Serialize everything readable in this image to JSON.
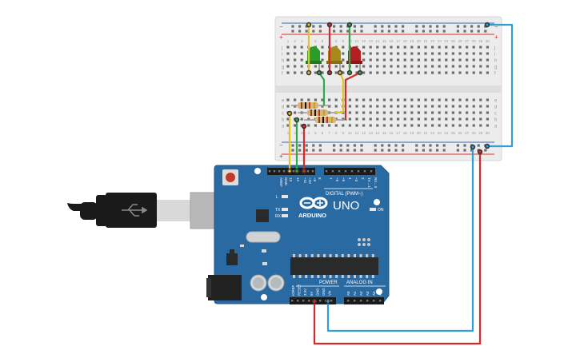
{
  "canvas": {
    "background": "#ffffff"
  },
  "breadboard": {
    "columns": 30,
    "row_labels_top": [
      "j",
      "i",
      "h",
      "g",
      "f"
    ],
    "row_labels_bottom": [
      "e",
      "d",
      "c",
      "b",
      "a"
    ],
    "column_numbers": [
      "1",
      "2",
      "3",
      "4",
      "5",
      "6",
      "7",
      "8",
      "9",
      "10",
      "11",
      "12",
      "13",
      "14",
      "15",
      "16",
      "17",
      "18",
      "19",
      "20",
      "21",
      "22",
      "23",
      "24",
      "25",
      "26",
      "27",
      "28",
      "29",
      "30"
    ],
    "rail_plus": "+",
    "rail_minus": "−",
    "colors": {
      "body": "#ececec",
      "hole": "#6e6e6e",
      "rail_red": "#d92b2b",
      "rail_blue": "#2f6bb5",
      "label": "#9a9a9a"
    }
  },
  "leds": [
    {
      "name": "green-led",
      "color": "#2a9c2a"
    },
    {
      "name": "yellow-led",
      "color": "#a78a1a"
    },
    {
      "name": "red-led",
      "color": "#b21f1f"
    }
  ],
  "resistors": {
    "count": 3,
    "band_colors": [
      "#8b4513",
      "#111111",
      "#c9321e",
      "#c5a21b"
    ]
  },
  "board": {
    "logo_text": "ARDUINO",
    "model": "UNO",
    "digital_label": "DIGITAL (PWM~)",
    "power_label": "POWER",
    "analog_label": "ANALOG IN",
    "on_label": "ON",
    "led_labels": [
      "L",
      "TX",
      "RX"
    ],
    "top_pin_labels": [
      "AREF",
      "GND",
      "13",
      "12",
      "~11",
      "~10",
      "~9",
      "8",
      "7",
      "~6",
      "~5",
      "4",
      "~3",
      "2",
      "TX→1",
      "RX←0"
    ],
    "power_pin_labels": [
      "IOREF",
      "RESET",
      "3.3V",
      "5V",
      "GND",
      "GND",
      "Vin"
    ],
    "analog_pin_labels": [
      "A0",
      "A1",
      "A2",
      "A3",
      "A4",
      "A5"
    ],
    "colors": {
      "pcb": "#2a6aa3",
      "pcb_edge": "#1f5485",
      "silkscreen": "#ffffff",
      "header": "#1b1b1b",
      "chip": "#2a2a2a",
      "reset": "#c0392b"
    }
  },
  "usb": {
    "colors": {
      "cable": "#1a1a1a",
      "plug": "#d9d9d9",
      "socket": "#b8b8b8"
    }
  },
  "wires": [
    {
      "name": "wire-yellow-pin13",
      "color": "#e8c31a"
    },
    {
      "name": "wire-green-pin12",
      "color": "#2fa84f"
    },
    {
      "name": "wire-red-pin11",
      "color": "#d42a2a"
    },
    {
      "name": "wire-blue-gnd",
      "color": "#2f9fd4"
    },
    {
      "name": "wire-red-5v",
      "color": "#d42a2a"
    },
    {
      "name": "wire-blue-rail",
      "color": "#2f9fd4"
    },
    {
      "name": "wire-green-led",
      "color": "#2fa84f"
    },
    {
      "name": "wire-yellow-led",
      "color": "#e8c31a"
    },
    {
      "name": "wire-red-led",
      "color": "#d42a2a"
    }
  ]
}
